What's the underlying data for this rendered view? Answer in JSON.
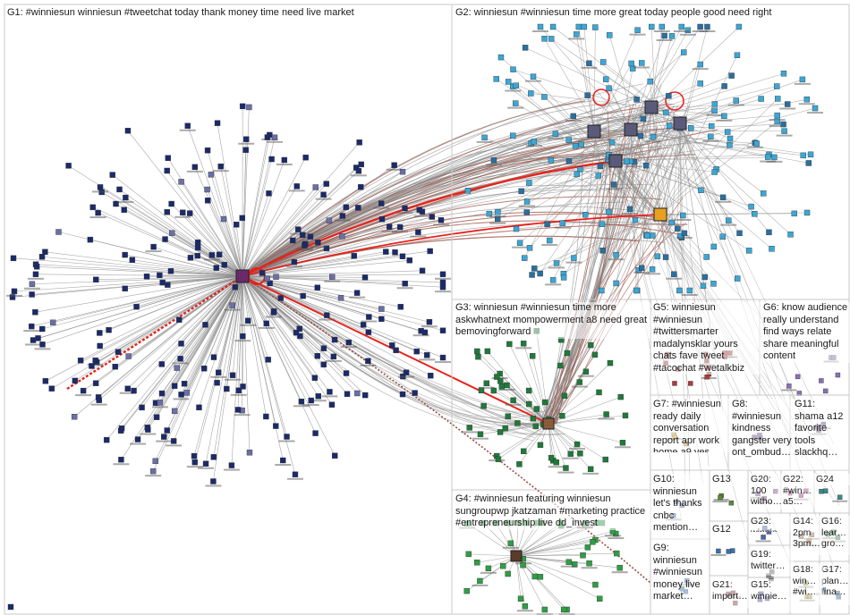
{
  "groups": [
    {
      "id": "g1",
      "text": "G1: #winniesun winniesun #tweetchat today thank money time need live market"
    },
    {
      "id": "g2",
      "text": "G2: winniesun #winniesun time more great today people good need right"
    },
    {
      "id": "g3",
      "text": "G3: winniesun #winniesun time more askwhatnext mompowerment a8 need great bemovingforward"
    },
    {
      "id": "g4",
      "text": "G4: #winniesun featuring winniesun sungroupwp jkatzaman #marketing practice #entrepreneurship live dd_invest"
    },
    {
      "id": "g5",
      "text": "G5: winniesun #winniesun #twittersmarter madalynsklar yours chats fave tweet #tacochat #wetalkbiz"
    },
    {
      "id": "g6",
      "text": "G6: know audience really understand find ways relate share meaningful content"
    },
    {
      "id": "g7",
      "text": "G7: #winniesun ready daily conversation report apr work home a9 yes"
    },
    {
      "id": "g8",
      "text": "G8: #winniesun kindness gangster very ont_ombud…"
    },
    {
      "id": "g9",
      "text": "G9: winniesun #winniesun money live market…"
    },
    {
      "id": "g10",
      "text": "G10: winniesun let's thanks cnbc mention…"
    },
    {
      "id": "g11",
      "text": "G11: shama a12 favorite tools slackhq…"
    },
    {
      "id": "g12",
      "text": "G12"
    },
    {
      "id": "g13",
      "text": "G13"
    },
    {
      "id": "g14",
      "text": "G14: 2pm 3pm…"
    },
    {
      "id": "g15",
      "text": "G15: winnie…"
    },
    {
      "id": "g16",
      "text": "G16: lear… gro…"
    },
    {
      "id": "g17",
      "text": "G17: plan… fina…"
    },
    {
      "id": "g18",
      "text": "G18: win… #wi…"
    },
    {
      "id": "g19",
      "text": "G19: twitter…"
    },
    {
      "id": "g20",
      "text": "G20: 100 witho…"
    },
    {
      "id": "g21",
      "text": "G21: import…"
    },
    {
      "id": "g22",
      "text": "G22: #win… a5…"
    },
    {
      "id": "g23",
      "text": "G23: winnie…"
    },
    {
      "id": "g24",
      "text": "G24"
    }
  ],
  "colors": {
    "background": "#ffffff",
    "grid_border": "#c8c8c8",
    "edge_gray": "#8a8a8a",
    "edge_red": "#e8211c",
    "edge_brown": "#9b4d3e",
    "node_g1": "#1b2a6b",
    "node_g2": "#3aa7d6",
    "node_g3": "#1e7a3a",
    "node_g4": "#2f9e44",
    "node_g5": "#b03a3a",
    "node_g6": "#8a6fb5",
    "node_g7": "#c9a227",
    "node_g8": "#6a4c93"
  }
}
